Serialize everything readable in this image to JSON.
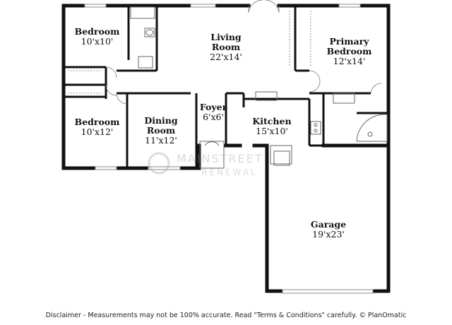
{
  "rooms": {
    "bedroom1": {
      "name": "Bedroom",
      "dims": "10'x10'"
    },
    "living": {
      "name_line1": "Living",
      "name_line2": "Room",
      "dims": "22'x14'"
    },
    "primary": {
      "name_line1": "Primary",
      "name_line2": "Bedroom",
      "dims": "12'x14'"
    },
    "bedroom2": {
      "name": "Bedroom",
      "dims": "10'x12'"
    },
    "dining": {
      "name_line1": "Dining",
      "name_line2": "Room",
      "dims": "11'x12'"
    },
    "foyer": {
      "name": "Foyer",
      "dims": "6'x6'"
    },
    "kitchen": {
      "name": "Kitchen",
      "dims": "15'x10'"
    },
    "garage": {
      "name": "Garage",
      "dims": "19'x23'"
    }
  },
  "watermark": {
    "line1": "MAINSTREET",
    "line2": "RENEWAL"
  },
  "disclaimer": "Disclaimer - Measurements may not be 100% accurate. Read \"Terms & Conditions\" carefully. © PlanOmatic",
  "colors": {
    "wall": "#111111",
    "fixture": "#777777",
    "background": "#ffffff"
  }
}
